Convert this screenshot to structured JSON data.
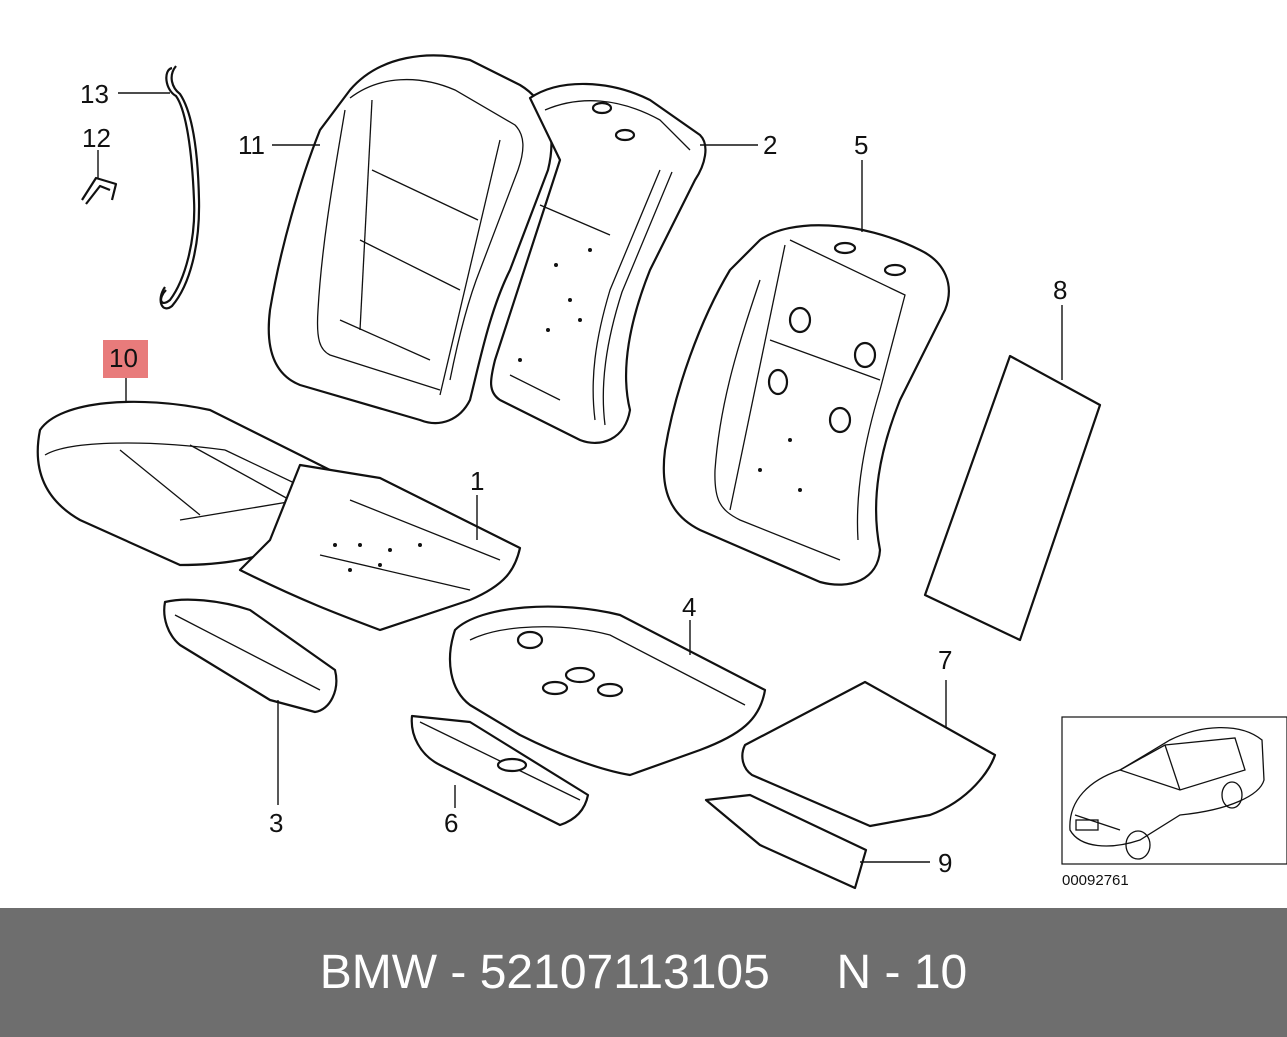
{
  "diagram": {
    "callouts": {
      "p1": "1",
      "p2": "2",
      "p3": "3",
      "p4": "4",
      "p5": "5",
      "p6": "6",
      "p7": "7",
      "p8": "8",
      "p9": "9",
      "p10": "10",
      "p11": "11",
      "p12": "12",
      "p13": "13"
    },
    "highlighted_part": "10",
    "highlight_color": "#e87b7b",
    "inset_code": "00092761"
  },
  "footer": {
    "brand": "BMW",
    "separator": "-",
    "part_number": "52107113105",
    "position_label": "N - 10",
    "background": "#6e6e6e",
    "text_color": "#ffffff"
  }
}
